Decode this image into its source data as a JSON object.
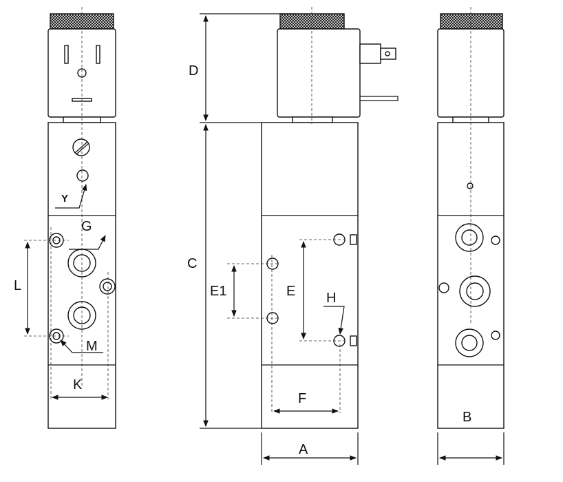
{
  "labels": {
    "D": "D",
    "C": "C",
    "E1": "E1",
    "E": "E",
    "H": "H",
    "F": "F",
    "A": "A",
    "B": "B",
    "G": "G",
    "L": "L",
    "M": "M",
    "K": "K",
    "Y": "Y"
  }
}
